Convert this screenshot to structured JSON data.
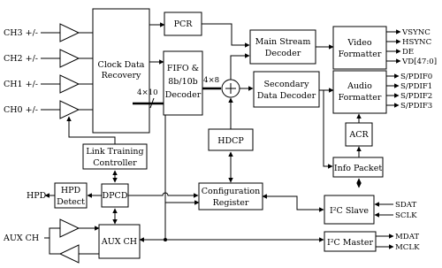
{
  "inputs": {
    "ch3": "CH3 +/-",
    "ch2": "CH2 +/-",
    "ch1": "CH1 +/-",
    "ch0": "CH0 +/-",
    "hpd": "HPD",
    "aux": "AUX CH"
  },
  "blocks": {
    "clock_recovery": [
      "Clock Data",
      "Recovery"
    ],
    "pcr": "PCR",
    "fifo_decoder": [
      "FIFO &",
      "8b/10b",
      "Decoder"
    ],
    "main_stream": [
      "Main Stream",
      "Decoder"
    ],
    "video_formatter": [
      "Video",
      "Formatter"
    ],
    "secondary_decoder": [
      "Secondary",
      "Data Decoder"
    ],
    "audio_formatter": [
      "Audio",
      "Formatter"
    ],
    "acr": "ACR",
    "hdcp": "HDCP",
    "info_packet": "Info Packet",
    "link_training": [
      "Link Training",
      "Controller"
    ],
    "hpd_detect": [
      "HPD",
      "Detect"
    ],
    "dpcd": "DPCD",
    "config_register": [
      "Configuration",
      "Register"
    ],
    "i2c_slave": "I²C Slave",
    "aux_ch": "AUX CH",
    "i2c_master": "I²C Master"
  },
  "bus_labels": {
    "bus_4x10": "4×10",
    "bus_4x8": "4×8"
  },
  "outputs": {
    "video": [
      "VSYNC",
      "HSYNC",
      "DE",
      "VD[47:0]"
    ],
    "audio": [
      "S/PDIF0",
      "S/PDIF1",
      "S/PDIF2",
      "S/PDIF3"
    ],
    "i2c_slave": [
      "SDAT",
      "SCLK"
    ],
    "i2c_master": [
      "MDAT",
      "MCLK"
    ]
  }
}
